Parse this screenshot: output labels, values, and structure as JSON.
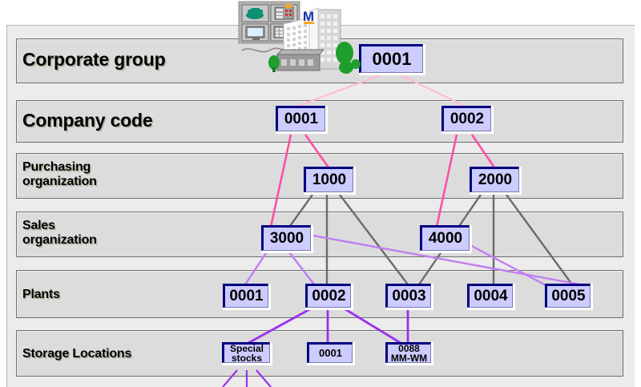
{
  "diagram": {
    "title": "SAP enterprise structure hierarchy",
    "colors": {
      "panel_background": "#ececec",
      "band_fill": "#dcdcdc",
      "band_border": "#6e6e6e",
      "node_fill": "#ccccff",
      "node_border": "#000080",
      "link_pink": "#ff4fa3",
      "link_pink_pale": "#ffc0dd",
      "link_grey": "#6b6b6b",
      "link_purple": "#9933ee",
      "link_purple_pale": "#c07ef0"
    },
    "rows": [
      {
        "id": "corporate-group",
        "label": "Corporate group",
        "label_size": "big"
      },
      {
        "id": "company-code",
        "label": "Company code",
        "label_size": "big"
      },
      {
        "id": "purchasing-org",
        "label": "Purchasing\norganization",
        "label_size": "med"
      },
      {
        "id": "sales-org",
        "label": "Sales\norganization",
        "label_size": "med"
      },
      {
        "id": "plants",
        "label": "Plants",
        "label_size": "med"
      },
      {
        "id": "storage-locations",
        "label": "Storage Locations",
        "label_size": "med"
      }
    ],
    "nodes": {
      "corporate_group": [
        {
          "id": "cg-0001",
          "label": "0001"
        }
      ],
      "company_code": [
        {
          "id": "cc-0001",
          "label": "0001"
        },
        {
          "id": "cc-0002",
          "label": "0002"
        }
      ],
      "purchasing_org": [
        {
          "id": "po-1000",
          "label": "1000"
        },
        {
          "id": "po-2000",
          "label": "2000"
        }
      ],
      "sales_org": [
        {
          "id": "so-3000",
          "label": "3000"
        },
        {
          "id": "so-4000",
          "label": "4000"
        }
      ],
      "plants": [
        {
          "id": "pl-0001",
          "label": "0001"
        },
        {
          "id": "pl-0002",
          "label": "0002"
        },
        {
          "id": "pl-0003",
          "label": "0003"
        },
        {
          "id": "pl-0004",
          "label": "0004"
        },
        {
          "id": "pl-0005",
          "label": "0005"
        }
      ],
      "storage_locations": [
        {
          "id": "sl-special",
          "label": "Special\nstocks"
        },
        {
          "id": "sl-0001",
          "label": "0001"
        },
        {
          "id": "sl-0088",
          "label": "0088\nMM-WM"
        }
      ]
    },
    "icon": {
      "name": "corporate-building-icon",
      "parts": [
        "phone-icon",
        "cabinet-icon",
        "monitor-icon",
        "fax-icon",
        "office-tower",
        "warehouse",
        "trees"
      ]
    },
    "links": [
      {
        "from": "cg-0001",
        "to": "cc-0001",
        "color": "link_pink_pale"
      },
      {
        "from": "cg-0001",
        "to": "cc-0002",
        "color": "link_pink_pale"
      },
      {
        "from": "cc-0001",
        "to": "so-3000",
        "color": "link_pink"
      },
      {
        "from": "cc-0001",
        "to": "po-1000",
        "color": "link_pink"
      },
      {
        "from": "cc-0002",
        "to": "po-2000",
        "color": "link_pink"
      },
      {
        "from": "cc-0002",
        "to": "so-4000",
        "color": "link_pink"
      },
      {
        "from": "po-1000",
        "to": "so-3000",
        "color": "link_grey"
      },
      {
        "from": "po-1000",
        "to": "pl-0002",
        "color": "link_grey"
      },
      {
        "from": "po-1000",
        "to": "pl-0003",
        "color": "link_grey"
      },
      {
        "from": "po-2000",
        "to": "pl-0003",
        "color": "link_grey"
      },
      {
        "from": "po-2000",
        "to": "pl-0004",
        "color": "link_grey"
      },
      {
        "from": "po-2000",
        "to": "pl-0005",
        "color": "link_grey"
      },
      {
        "from": "so-3000",
        "to": "pl-0001",
        "color": "link_purple_pale"
      },
      {
        "from": "so-3000",
        "to": "pl-0002",
        "color": "link_purple_pale"
      },
      {
        "from": "so-3000",
        "to": "pl-0005",
        "color": "link_purple_pale"
      },
      {
        "from": "so-4000",
        "to": "pl-0004",
        "color": "link_purple_pale"
      },
      {
        "from": "pl-0002",
        "to": "sl-special",
        "color": "link_purple"
      },
      {
        "from": "pl-0002",
        "to": "sl-0001",
        "color": "link_purple"
      },
      {
        "from": "pl-0002",
        "to": "sl-0088",
        "color": "link_purple"
      },
      {
        "from": "pl-0003",
        "to": "sl-0088",
        "color": "link_purple"
      }
    ]
  }
}
